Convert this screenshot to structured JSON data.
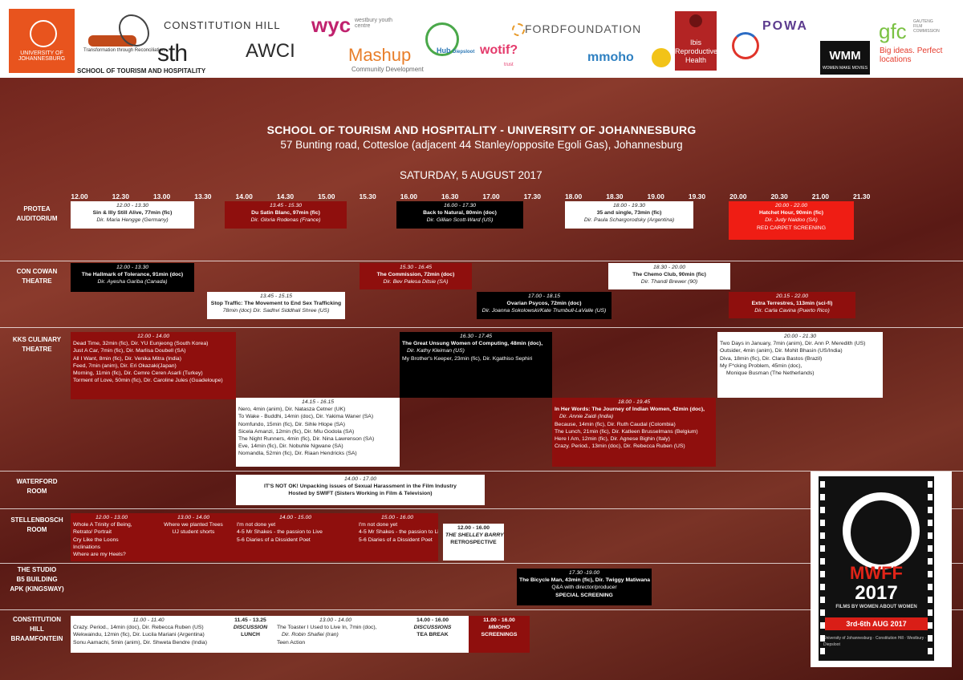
{
  "sponsors": {
    "uj": "UNIVERSITY OF JOHANNESBURG",
    "school": "SCHOOL OF TOURISM AND HOSPITALITY",
    "sth": "sth",
    "constitution": "CONSTITUTION HILL",
    "awci": "AWCI",
    "tra": "Transformation through Reconciliation",
    "wyc": "wyc",
    "wyc_sub": "westbury youth centre",
    "mashup": "Mashup",
    "mashup_sub": "Community Development",
    "hub": "Hub",
    "hub_sub": "Diepsloot",
    "wotif": "wotif?",
    "wotif_sub": "trust",
    "ford": "FORDFOUNDATION",
    "mmoho": "mmoho",
    "ibis": "Ibis Reproductive Health",
    "powa": "POWA",
    "wmm": "WMM",
    "wmm_sub": "WOMEN MAKE MOVIES",
    "gfc": "gfc",
    "gfc_sub": "GAUTENG FILM COMMISSION",
    "gfc_tag": "Big ideas. Perfect locations"
  },
  "header": {
    "title": "SCHOOL OF TOURISM AND HOSPITALITY - UNIVERSITY OF JOHANNESBURG",
    "address": "57 Bunting road, Cottesloe (adjacent 44 Stanley/opposite Egoli Gas), Johannesburg",
    "date": "SATURDAY, 5 AUGUST 2017"
  },
  "times": [
    "12.00",
    "12.30",
    "13.00",
    "13.30",
    "14.00",
    "14.30",
    "15.00",
    "15.30",
    "16.00",
    "16.30",
    "17.00",
    "17.30",
    "18.00",
    "18.30",
    "19.00",
    "19.30",
    "20.00",
    "20.30",
    "21.00",
    "21.30"
  ],
  "rooms": [
    {
      "lines": [
        "PROTEA",
        "AUDITORIUM"
      ]
    },
    {
      "lines": [
        "CON COWAN",
        "THEATRE"
      ]
    },
    {
      "lines": [
        "KKS CULINARY",
        "THEATRE"
      ]
    },
    {
      "lines": [
        "WATERFORD",
        "ROOM"
      ]
    },
    {
      "lines": [
        "STELLENBOSCH",
        "ROOM"
      ]
    },
    {
      "lines": [
        "THE STUDIO",
        "B5 BUILDING",
        "APK (KINGSWAY)"
      ]
    },
    {
      "lines": [
        "CONSTITUTION",
        "HILL",
        "BRAAMFONTEIN"
      ]
    }
  ],
  "events": [
    {
      "lines": [
        "12.00 - 13.30",
        "Sin & Illy Still Alive, 77min (fic)",
        "Dir. Maria Hengge (Germany)"
      ]
    },
    {
      "lines": [
        "13.45 - 15.30",
        "Du Satin Blanc, 97min (fic)",
        "Dir. Gloria Rodenas (France)"
      ]
    },
    {
      "lines": [
        "16.00 - 17.30",
        "Back to Natural, 80min (doc)",
        "Dir. Gillian Scott-Ward (US)"
      ]
    },
    {
      "lines": [
        "18.00 - 19.30",
        "35 and single, 73min (fic)",
        "Dir. Paula Schargorodsky (Argentina)"
      ]
    },
    {
      "lines": [
        "20.00 - 22.00",
        "Hatchet Hour, 90min (fic)",
        "Dir. Judy Naidoo (SA)",
        "RED CARPET SCREENING"
      ]
    },
    {
      "lines": [
        "12.00 - 13.30",
        "The Hallmark of Tolerance, 91min (doc)",
        "Dir. Ayesha Gariba (Canada)"
      ]
    },
    {
      "lines": [
        "15.30 - 16.45",
        "The Commission, 72min (doc)",
        "Dir. Bev Palesa Ditsie (SA)"
      ]
    },
    {
      "lines": [
        "18.30 - 20.00",
        "The Chemo Club, 90min (fic)",
        "Dir. Thandi Brewer (90)"
      ]
    },
    {
      "lines": [
        "13.45 - 15.15",
        "Stop Traffic: The Movement to End Sex Trafficking",
        "78min (doc) Dir. Sadhvi Siddhali Shree (US)"
      ]
    },
    {
      "lines": [
        "17.00 - 18.15",
        "Ovarian Psycos, 72min (doc)",
        "Dir. Joanna Sokolowski/Kate Trumbull-LaValle (US)"
      ]
    },
    {
      "lines": [
        "20.15 - 22.00",
        "Extra Terrestres, 113min (sci-fi)",
        "Dir. Carla Cavina (Puerto Rico)"
      ]
    },
    {
      "lines": [
        "12.00 - 14.00",
        "Dead Time, 32min (fic), Dir. YU Eunjeong (South Korea)",
        "Just A Car, 7min (fic), Dir. Marlisa Doubell (SA)",
        "All I Want, 8min (fic), Dir. Venika Mitra (India)",
        "Feed, 7min (anim), Dir. Eri Okazaki(Japan)",
        "Morning, 11min (fic), Dir. Cemre Ceren Asarli (Turkey)",
        "Torment of Love, 50min (fic), Dir. Caroline Jules (Guadeloupe)"
      ]
    },
    {
      "lines": [
        "16.30 - 17.45",
        "The Great Unsung Women of Computing, 48min (doc),",
        "Dir. Kathy Kleiman (US)",
        "My Brother's Keeper, 23min (fic), Dir. Kgathiso Sephiri"
      ]
    },
    {
      "lines": [
        "20.00 - 21.30",
        "Two Days in January, 7min (anim), Dir. Ann P. Meredith (US)",
        "Outsider, 4min (anim), Dir. Mohit Bhasin (US/India)",
        "Diva, 18min (fic), Dir. Clara Bastos (Brazil)",
        "My F*cking Problem, 45min (doc),",
        "Monique Busman (The Netherlands)"
      ]
    },
    {
      "lines": [
        "14.15 - 16.15",
        "Nero, 4min (anim), Dir. Natasza Cetner (UK)",
        "To Wake - Buddhi, 14min (doc), Dir. Yakima Waner (SA)",
        "Nomfundo, 15min (fic), Dir. Sihle Hlope (SA)",
        "Sicela Amanzi, 12min (fic), Dir. Mlu Godola (SA)",
        "The Night Runners, 4min (fic), Dir. Nina Lawrenson (SA)",
        "Eve, 14min (fic), Dir. Nobuhle Ngwane (SA)",
        "Nomandla, 52min (fic), Dir. Riaan Hendricks (SA)"
      ]
    },
    {
      "lines": [
        "18.00 - 19.45",
        "In Her Words: The Journey of Indian Women, 42min (doc),",
        "Dir. Annie Zaidi (India)",
        "Because, 14min (fic), Dir. Ruth Caudal (Colombia)",
        "The Lunch, 21min (fic), Dir. Katleen Brusselmans (Belgium)",
        "Here I Am, 12min (fic), Dir. Agnese Bighin (Italy)",
        "Crazy. Period., 13min (doc), Dir. Rebecca Ruben (US)"
      ]
    },
    {
      "lines": [
        "14.00 - 17.00",
        "IT'S NOT OK! Unpacking issues of Sexual Harassment in the Film Industry",
        "Hosted by SWIFT (Sisters Working in Film & Television)"
      ]
    },
    {
      "lines": [
        "12.00 - 13.00",
        "Whole A Trinity of Being,",
        "Retrato/ Portrait",
        "Cry Like the Loons",
        "Inclinations",
        "Where are my Heels?"
      ]
    },
    {
      "lines": [
        "13.00 - 14.00",
        "Where we planted Trees",
        "UJ student shorts"
      ]
    },
    {
      "lines": [
        "14.00 - 15.00",
        "I'm not done yet",
        "4-5 Mr Shakes - the passion to Live",
        "5-6 Diaries of a Dissident Poet"
      ]
    },
    {
      "lines": [
        "15.00 - 16.00",
        "I'm not done yet",
        "4-5 Mr Shakes - the passion to Live",
        "5-6 Diaries of a Dissident Poet"
      ]
    },
    {
      "lines": [
        "12.00 - 16.00",
        "THE SHELLEY BARRY",
        "RETROSPECTIVE"
      ]
    },
    {
      "lines": [
        "17.30 -19.00",
        "The Bicycle Man, 43min (fic), Dir. Twiggy Matiwana (SA)",
        "Q&A with director/producer",
        "SPECIAL SCREENING"
      ]
    },
    {
      "lines": [
        "11.00 - 11.40",
        "Crazy. Period., 14min (doc), Dir. Rebecca Ruben (US)",
        "Wekwaindu, 12min (fic), Dir. Lucila Mariani (Argentina)",
        "Sonu Aamachi, 5min (anim), Dir. Shweta Bendre (India)"
      ]
    },
    {
      "lines": [
        "11.45 - 13.25",
        "DISCUSSION",
        "LUNCH"
      ]
    },
    {
      "lines": [
        "13.00 - 14.00",
        "The Toaster I Used to Live In, 7min (doc),",
        "Dir. Robin Shafiei (Iran)",
        "Teen Action"
      ]
    },
    {
      "lines": [
        "14.00 - 16.00",
        "DISCUSSIONS",
        "TEA BREAK"
      ]
    },
    {
      "lines": [
        "11.00 - 16.00",
        "MMOHO",
        "SCREENINGS"
      ]
    }
  ],
  "poster": {
    "title": "MWFF",
    "year": "2017",
    "subtitle": "FILMS BY WOMEN ABOUT WOMEN",
    "dates": "3rd-6th AUG 2017",
    "venues": "University of Johannesburg · Constitution Hill · Westbury · Diepsloot"
  }
}
